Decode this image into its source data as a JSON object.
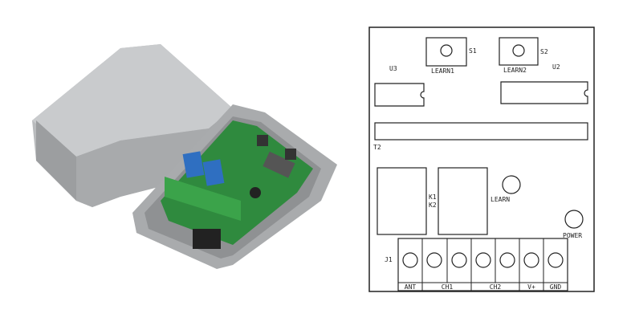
{
  "photo": {
    "subject": "receiver-with-open-case"
  },
  "diagram": {
    "labels": {
      "s1": "S1",
      "s2": "S2",
      "learn1": "LEARN1",
      "learn2": "LEARN2",
      "u3": "U3",
      "u2": "U2",
      "t2": "T2",
      "k1": "K1",
      "k2": "K2",
      "learn": "LEARN",
      "power": "POWER",
      "j1": "J1"
    },
    "terminals": [
      "ANT",
      "CH1",
      "CH2",
      "V+",
      "GND"
    ]
  }
}
